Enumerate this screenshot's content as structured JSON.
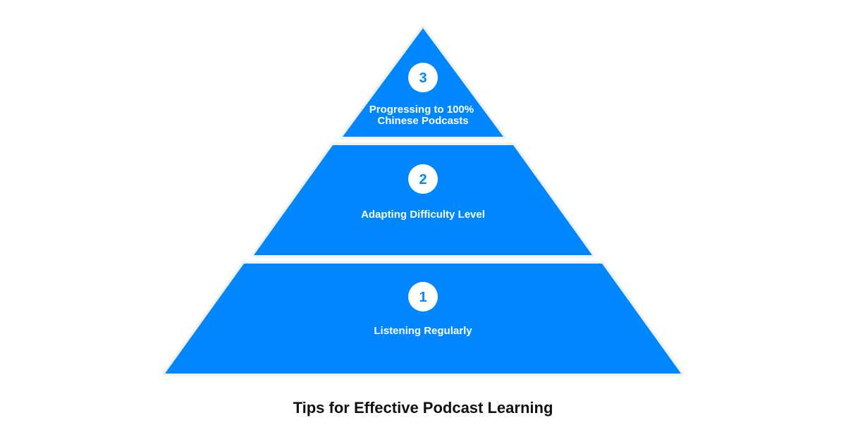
{
  "colors": {
    "tier_fill": "#0087ff",
    "badge_text": "#0087ff",
    "caption_text": "#111111"
  },
  "diagram": {
    "caption": "Tips for Effective Podcast Learning",
    "tiers": [
      {
        "number": "1",
        "label_lines": [
          "Listening Regularly"
        ]
      },
      {
        "number": "2",
        "label_lines": [
          "Adapting Difficulty Level"
        ]
      },
      {
        "number": "3",
        "label_lines": [
          "Progressing to 100%",
          "Chinese Podcasts"
        ]
      }
    ]
  }
}
